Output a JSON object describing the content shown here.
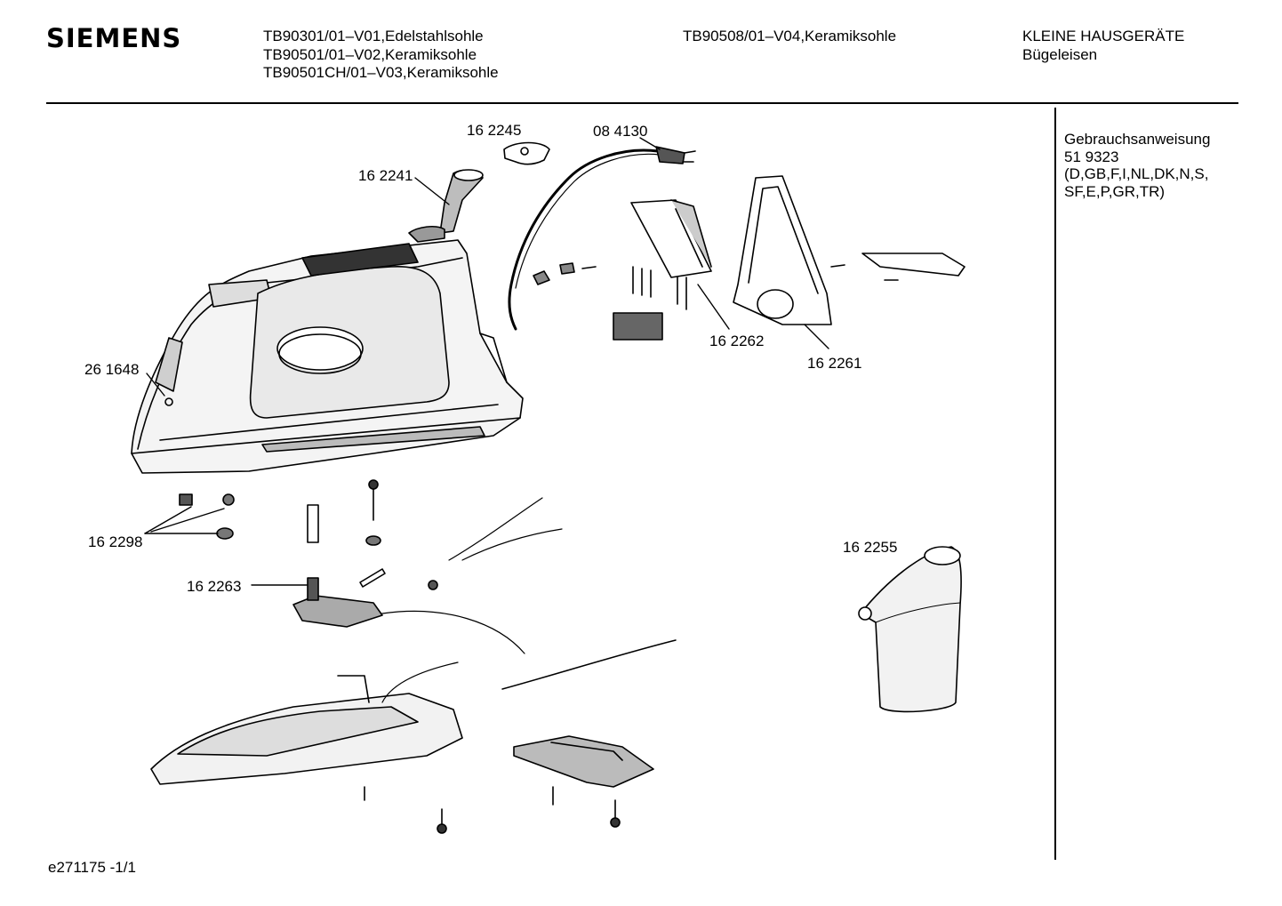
{
  "header": {
    "brand": "SIEMENS",
    "models_col1": [
      "TB90301/01–V01,Edelstahlsohle",
      "TB90501/01–V02,Keramiksohle",
      "TB90501CH/01–V03,Keramiksohle"
    ],
    "models_col2": [
      "TB90508/01–V04,Keramiksohle"
    ],
    "category": [
      "KLEINE HAUSGERÄTE",
      "Bügeleisen"
    ]
  },
  "sidebar": {
    "lines": [
      "Gebrauchsanweisung",
      "51 9323",
      "(D,GB,F,I,NL,DK,N,S,",
      "SF,E,P,GR,TR)"
    ]
  },
  "parts": {
    "p162245": "16 2245",
    "p084130": "08 4130",
    "p162241": "16 2241",
    "p261648": "26 1648",
    "p162262": "16 2262",
    "p162261": "16 2261",
    "p162298": "16 2298",
    "p162263": "16 2263",
    "p162255": "16 2255"
  },
  "footer": {
    "doc_id": "e271175 -1/1"
  }
}
